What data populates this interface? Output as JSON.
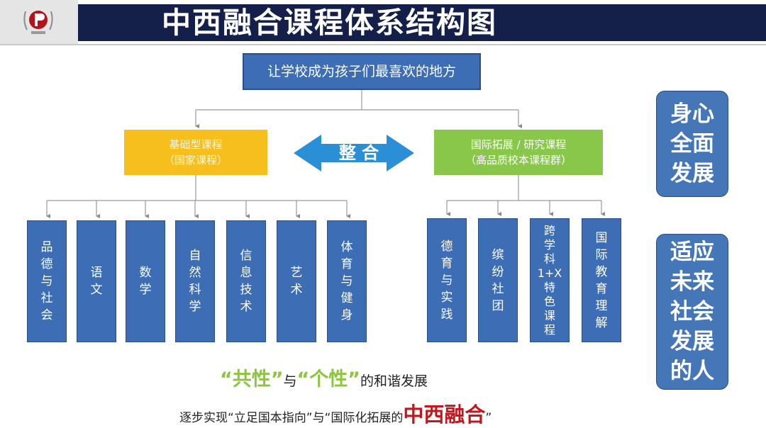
{
  "title": "中西融合课程体系结构图",
  "root": "让学校成为孩子们最喜欢的地方",
  "left_branch": {
    "line1": "基础型课程",
    "line2": "（国家课程）"
  },
  "right_branch": {
    "line1": "国际拓展 / 研究课程",
    "line2": "（高品质校本课程群）"
  },
  "integrate": "整 合",
  "left_leaves": [
    [
      "品",
      "德",
      "与",
      "社",
      "会"
    ],
    [
      "语",
      "文"
    ],
    [
      "数",
      "学"
    ],
    [
      "自",
      "然",
      "科",
      "学"
    ],
    [
      "信",
      "息",
      "技",
      "术"
    ],
    [
      "艺",
      "术"
    ],
    [
      "体",
      "育",
      "与",
      "健",
      "身"
    ]
  ],
  "right_leaves": [
    [
      "德",
      "育",
      "与",
      "实",
      "践"
    ],
    [
      "缤",
      "纷",
      "社",
      "团"
    ],
    [
      "跨",
      "学",
      "科",
      "1+X",
      "特",
      "色",
      "课",
      "程"
    ],
    [
      "国",
      "际",
      "教",
      "育",
      "理",
      "解"
    ]
  ],
  "side_top": [
    "身心",
    "全面",
    "发展"
  ],
  "side_bottom": [
    "适应",
    "未来",
    "社会",
    "发展",
    "的人"
  ],
  "slogan_line1": {
    "q1": "“共性”",
    "mid": "与",
    "q2": "“个性”",
    "tail": "的和谐发展"
  },
  "slogan_line2": {
    "pre": "逐步实现“立足国本指向”与“国际化拓展的",
    "red": "中西融合",
    "post": "”"
  },
  "colors": {
    "header": "#14204a",
    "blue_box": "#3c6db5",
    "yellow": "#f7bf1e",
    "green": "#89c74a",
    "arrow": "#2a8fd4",
    "red": "#c4161c"
  }
}
